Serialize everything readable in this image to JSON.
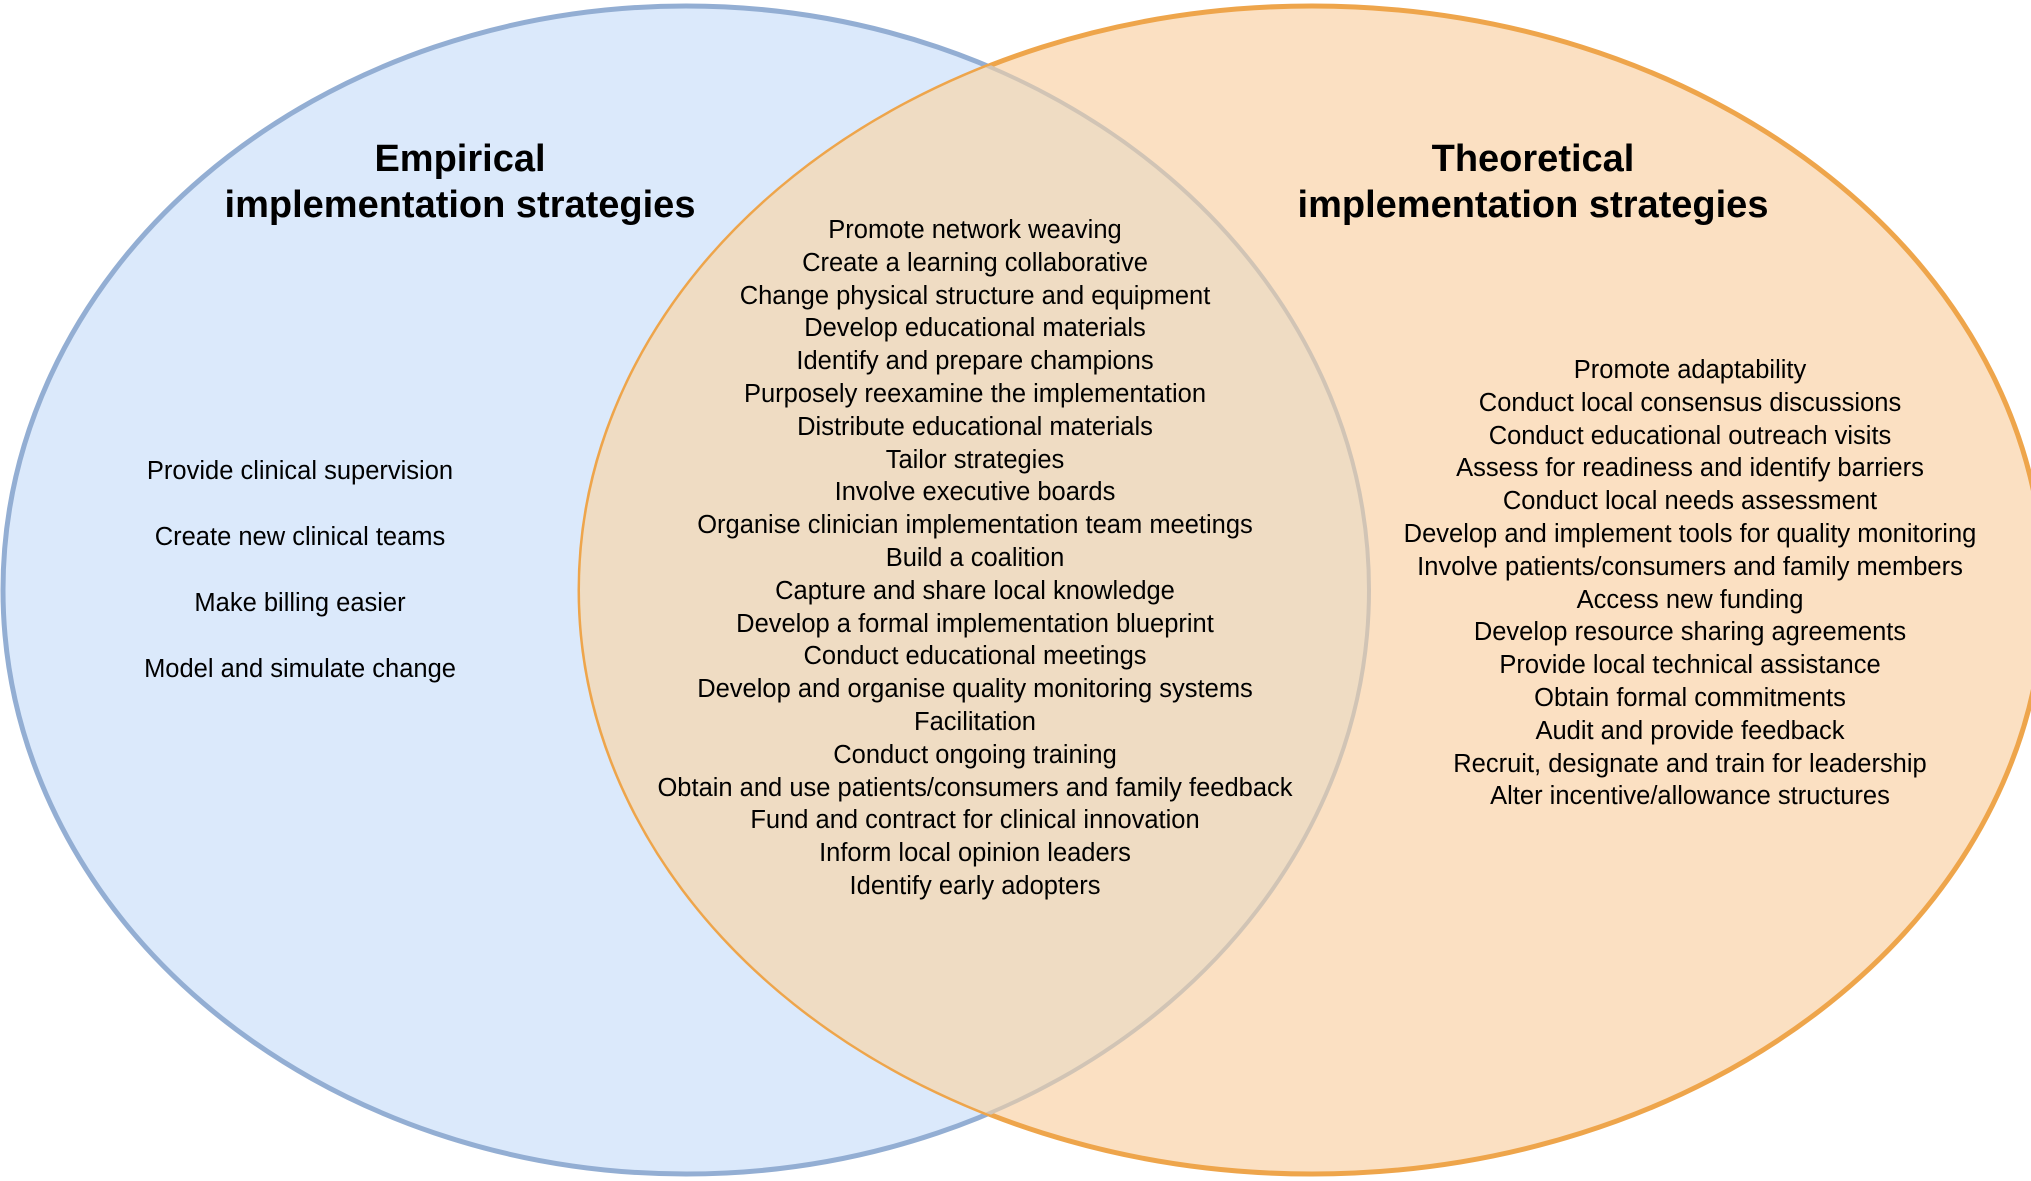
{
  "colors": {
    "empirical_fill": "#dbe9fb",
    "empirical_stroke": "#93aed3",
    "theoretical_fill": "#fbe0c2",
    "theoretical_stroke": "#eea54b",
    "overlap_fill": "#efdcc3",
    "overlap_stroke": "#d1c4b5"
  },
  "empirical": {
    "title_line1": "Empirical",
    "title_line2": "implementation strategies",
    "items": [
      "Provide clinical supervision",
      "Create new clinical teams",
      "Make billing easier",
      "Model and simulate change"
    ]
  },
  "theoretical": {
    "title_line1": "Theoretical",
    "title_line2": "implementation strategies",
    "items": [
      "Promote adaptability",
      "Conduct local consensus discussions",
      "Conduct educational outreach visits",
      "Assess for readiness and identify barriers",
      "Conduct local needs assessment",
      "Develop and implement tools for quality monitoring",
      "Involve patients/consumers and family members",
      "Access new funding",
      "Develop resource sharing agreements",
      "Provide local technical assistance",
      "Obtain formal commitments",
      "Audit and provide feedback",
      "Recruit, designate and train for leadership",
      "Alter incentive/allowance structures"
    ]
  },
  "shared": {
    "items": [
      "Promote network weaving",
      "Create a learning collaborative",
      "Change physical structure and equipment",
      "Develop educational materials",
      "Identify and prepare champions",
      "Purposely reexamine the implementation",
      "Distribute educational materials",
      "Tailor strategies",
      "Involve executive boards",
      "Organise clinician implementation team meetings",
      "Build a coalition",
      "Capture and share local knowledge",
      "Develop a formal implementation blueprint",
      "Conduct educational meetings",
      "Develop and organise quality monitoring systems",
      "Facilitation",
      "Conduct ongoing training",
      "Obtain and use patients/consumers and family feedback",
      "Fund and contract for clinical innovation",
      "Inform local opinion leaders",
      "Identify early adopters"
    ]
  }
}
